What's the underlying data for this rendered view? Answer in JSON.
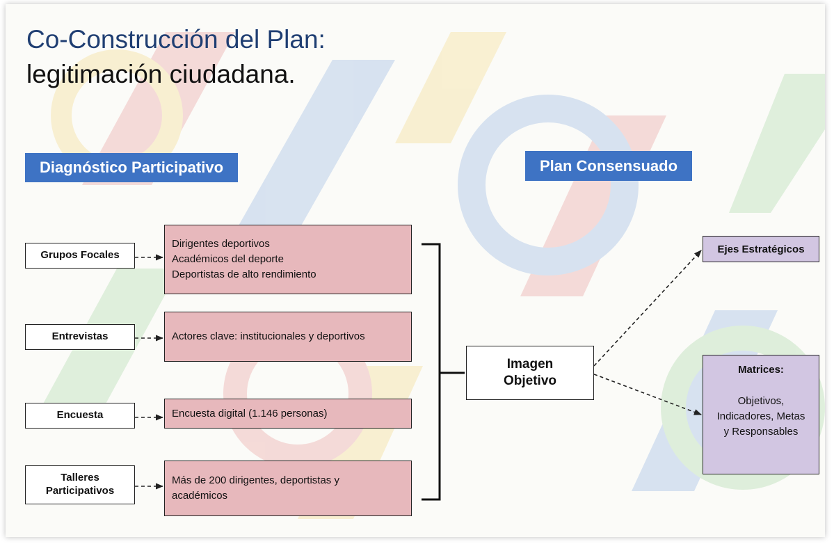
{
  "title": {
    "line1": "Co-Construcción del Plan:",
    "line2": "legitimación ciudadana."
  },
  "sections": {
    "left": "Diagnóstico Participativo",
    "right": "Plan Consensuado"
  },
  "methods": [
    {
      "label": "Grupos Focales",
      "details": [
        "Dirigentes deportivos",
        "Académicos del deporte",
        "Deportistas de alto rendimiento"
      ]
    },
    {
      "label": "Entrevistas",
      "details": [
        "Actores clave: institucionales y deportivos"
      ]
    },
    {
      "label": "Encuesta",
      "details": [
        "Encuesta digital (1.146 personas)"
      ]
    },
    {
      "label_lines": [
        "Talleres",
        "Participativos"
      ],
      "details": [
        "Más de 200 dirigentes, deportistas y",
        "académicos"
      ]
    }
  ],
  "center": {
    "line1": "Imagen",
    "line2": "Objetivo"
  },
  "outputs": {
    "ejes": "Ejes Estratégicos",
    "matrices_title": "Matrices:",
    "matrices_lines": [
      "Objetivos,",
      "Indicadores, Metas",
      "y Responsables"
    ]
  },
  "colors": {
    "title_blue": "#1f3e72",
    "label_blue": "#3e73c4",
    "desc_pink": "#e7b8bc",
    "output_purple": "#d2c6e2"
  }
}
